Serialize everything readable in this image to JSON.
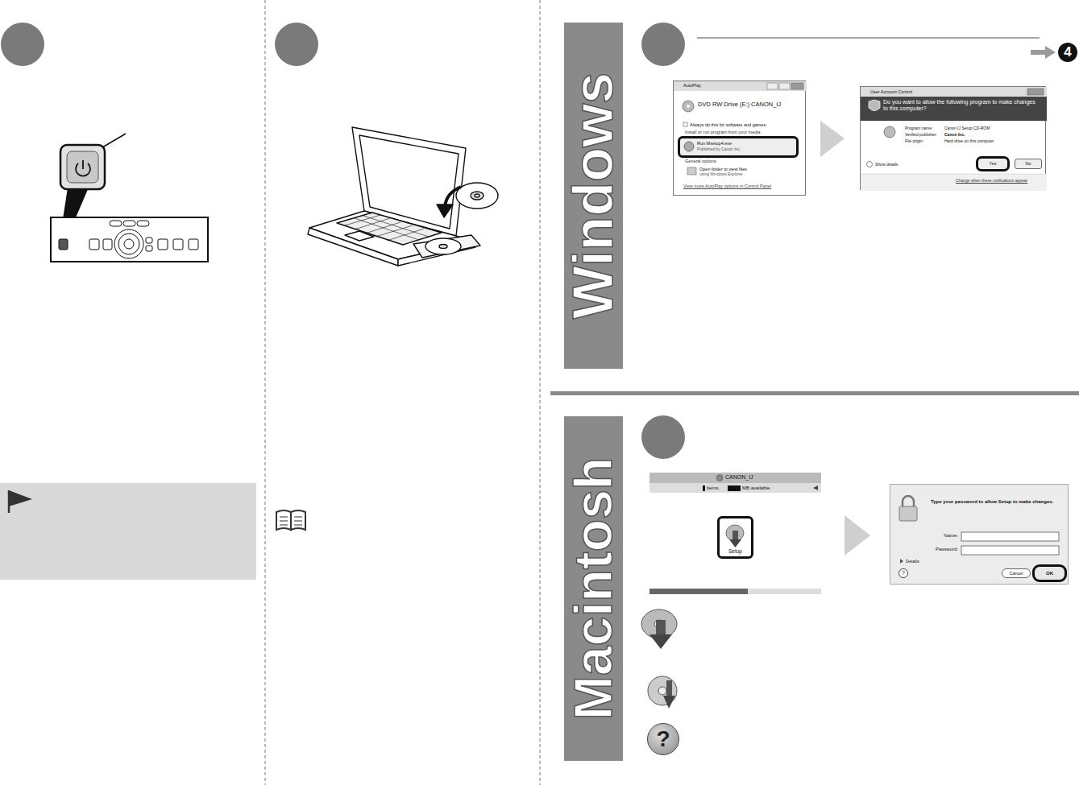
{
  "diagram": {
    "nodes": [
      {
        "text": [
          "Windows"
        ]
      },
      {
        "text": [
          "AutoPlay",
          "DVD RW Drive (E:) CANON_IJ",
          "Always do this for software and games:",
          "Install or run program from your media",
          "General options",
          "Open folder to view files",
          "using Windows Explorer",
          "View more AutoPlay options in Control Panel"
        ]
      },
      {
        "text": [
          "Run Msetup4.exe",
          "Published by Canon Inc."
        ],
        "in": 1
      },
      {
        "text": [
          "User Account Control",
          "Do you want to allow the following program to make changes to this computer?",
          "Program name:",
          "Canon IJ Setup CD-ROM",
          "Verified publisher:",
          "Canon Inc.",
          "File origin:",
          "Hard drive on this computer",
          "Show details",
          "Change when these notifications appear"
        ]
      },
      {
        "text": [
          "Yes"
        ],
        "in": 3
      },
      {
        "text": [
          "No"
        ],
        "in": 3
      },
      {
        "text": [
          "4"
        ]
      },
      {
        "text": [
          "Macintosh"
        ]
      },
      {
        "text": [
          "CANON_IJ",
          "items,",
          "MB available"
        ]
      },
      {
        "text": [
          "Setup"
        ],
        "in": 8
      },
      {
        "text": [
          "Type your password to allow Setup to make changes.",
          "Name:",
          "Password:",
          "Details"
        ]
      },
      {
        "text": [
          "Cancel"
        ],
        "in": 10
      },
      {
        "text": [
          "OK"
        ],
        "in": 10
      },
      {
        "text": [
          "?"
        ],
        "in": 10
      },
      {
        "text": [
          "?"
        ]
      }
    ]
  }
}
